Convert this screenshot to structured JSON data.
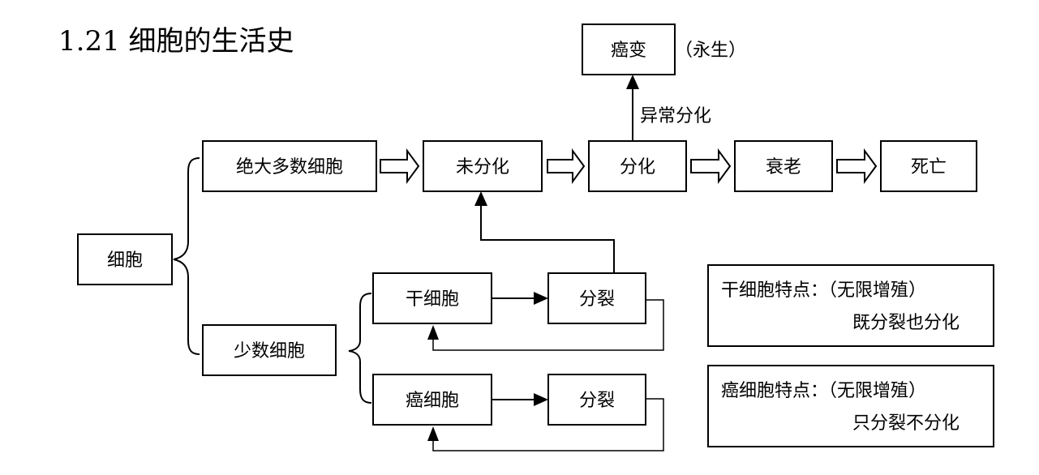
{
  "title": "1.21 细胞的生活史",
  "nodes": {
    "cell": "细胞",
    "majority_cells": "绝大多数细胞",
    "undifferentiated": "未分化",
    "differentiated": "分化",
    "aging": "衰老",
    "death": "死亡",
    "cancerization": "癌变",
    "minority_cells": "少数细胞",
    "stem_cell": "干细胞",
    "stem_division": "分裂",
    "cancer_cell": "癌细胞",
    "cancer_division": "分裂"
  },
  "annotations": {
    "immortal": "（永生）",
    "abnormal_differentiation": "异常分化"
  },
  "notes": {
    "stem_cell": {
      "line1": "干细胞特点：（无限增殖）",
      "line2": "既分裂也分化"
    },
    "cancer_cell": {
      "line1": "癌细胞特点：（无限增殖）",
      "line2": "只分裂不分化"
    }
  }
}
